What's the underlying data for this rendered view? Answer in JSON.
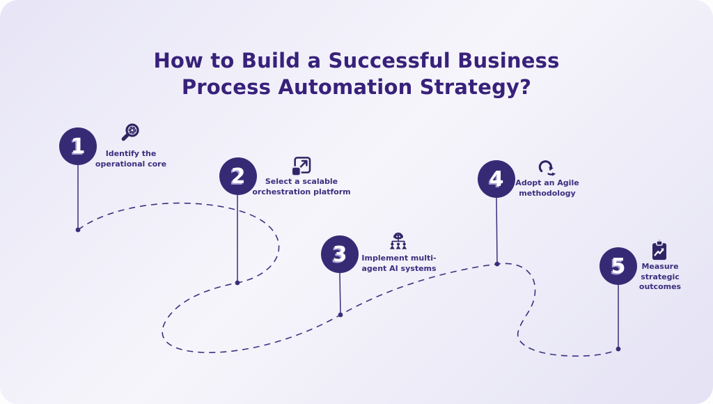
{
  "title": {
    "line1": "How to Build a Successful Business",
    "line2": "Process Automation Strategy?"
  },
  "steps": [
    {
      "number": "1",
      "icon": "magnifier-gear-icon",
      "label_lines": [
        "Identify the",
        "operational core"
      ]
    },
    {
      "number": "2",
      "icon": "scale-expand-icon",
      "label_lines": [
        "Select a scalable",
        "orchestration platform"
      ]
    },
    {
      "number": "3",
      "icon": "multi-agent-robot-icon",
      "label_lines": [
        "Implement multi-",
        "agent AI systems"
      ]
    },
    {
      "number": "4",
      "icon": "agile-loop-icon",
      "label_lines": [
        "Adopt an Agile",
        "methodology"
      ]
    },
    {
      "number": "5",
      "icon": "clipboard-chart-icon",
      "label_lines": [
        "Measure",
        "strategic",
        "outcomes"
      ]
    }
  ],
  "colors": {
    "accent": "#372a75",
    "title_text": "#38217a",
    "label_text": "#3a2f7e",
    "connector": "#3d3080",
    "number_text": "#ffffff",
    "background_start": "#e7e5f6",
    "background_mid": "#f6f5fb",
    "background_end": "#e4e2f4"
  }
}
